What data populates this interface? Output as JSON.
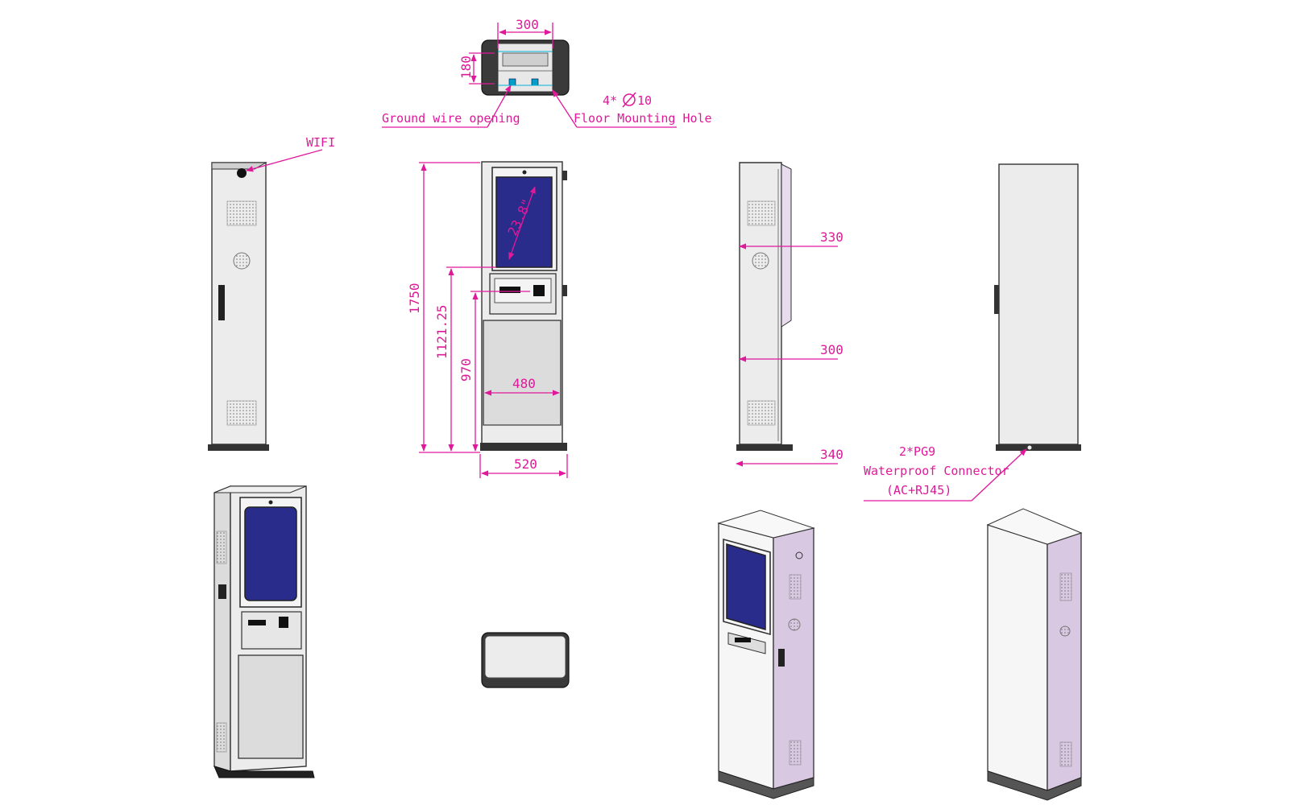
{
  "dimensions": {
    "top_width": "300",
    "top_depth": "180",
    "height_total": "1750",
    "height_screen_bottom": "1121.25",
    "height_payment": "970",
    "inner_width": "480",
    "base_width": "520",
    "side_depth_top": "330",
    "side_depth_mid": "300",
    "side_depth_base": "340",
    "screen_size": "23.8\""
  },
  "annotations": {
    "wifi": "WIFI",
    "ground_wire": "Ground wire opening",
    "mount_count": "4*",
    "mount_dia": "10",
    "floor_mounting": "Floor Mounting Hole",
    "connector_line1": "2*PG9",
    "connector_line2": "Waterproof Connector",
    "connector_line3": "(AC+RJ45)"
  },
  "colors": {
    "dimension": "#e0189a",
    "screen": "#2a2c8c",
    "side_panel": "#d8c8e2"
  }
}
